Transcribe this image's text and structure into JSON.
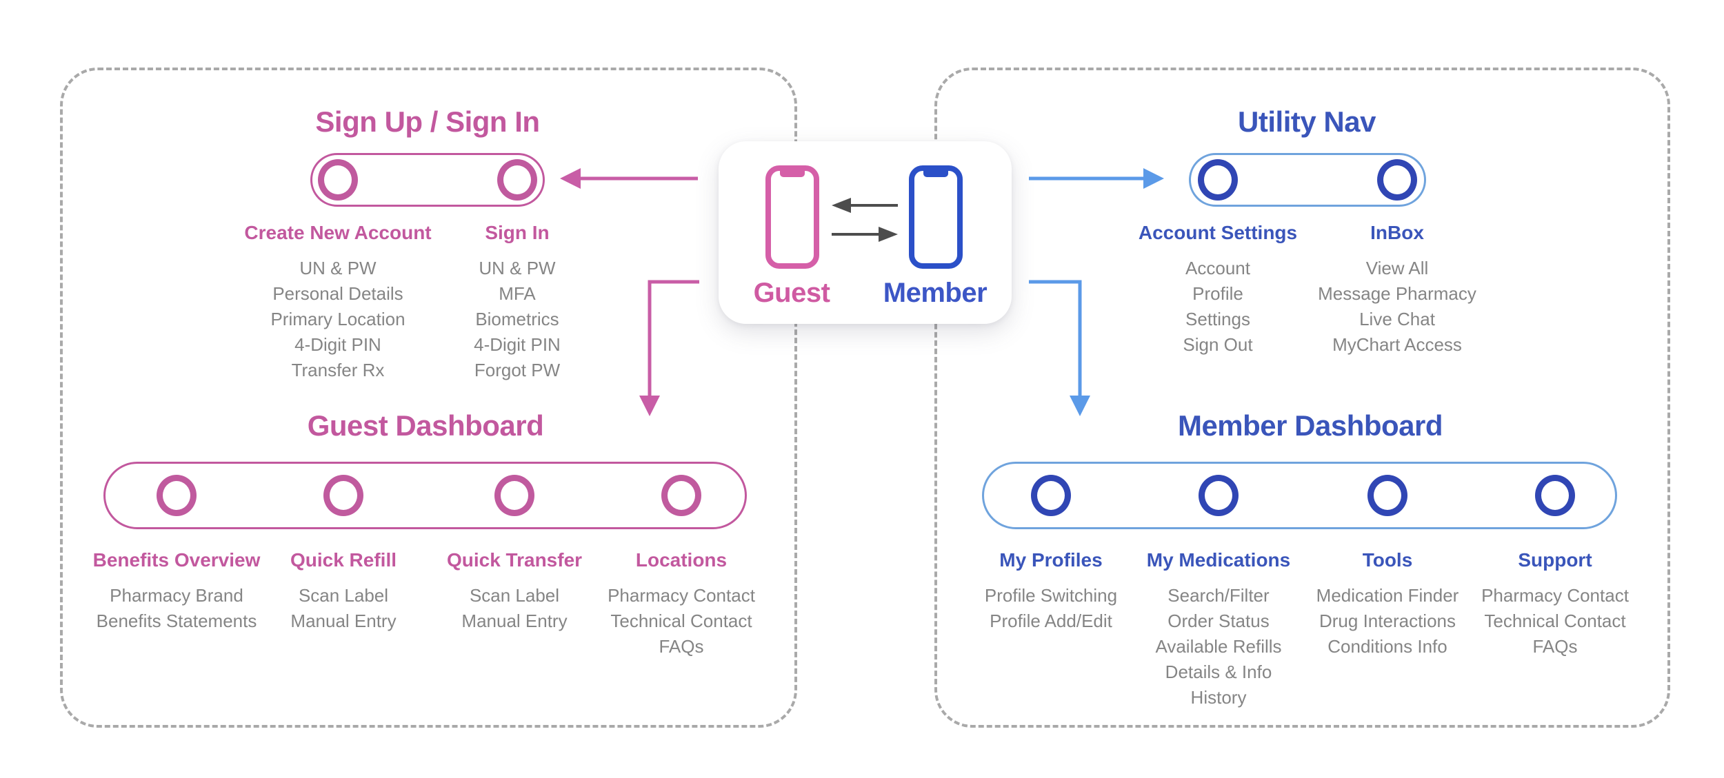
{
  "colors": {
    "pink": "#c2589e",
    "pink_bright": "#d55fa8",
    "blue_dark": "#3a55ba",
    "blue_circle": "#3046b4",
    "blue_light_outline": "#6fa3dd",
    "blue_arrow": "#5b9ae8",
    "gray_text": "#858585",
    "gray_dash": "#a9a9a9",
    "gray_arrow": "#4d4d4d"
  },
  "center": {
    "guest_label": "Guest",
    "member_label": "Member"
  },
  "left_panel": {
    "signup": {
      "title": "Sign Up / Sign In",
      "columns": [
        {
          "label": "Create New Account",
          "items": [
            "UN & PW",
            "Personal Details",
            "Primary Location",
            "4-Digit PIN",
            "Transfer Rx"
          ]
        },
        {
          "label": "Sign In",
          "items": [
            "UN & PW",
            "MFA",
            "Biometrics",
            "4-Digit PIN",
            "Forgot PW"
          ]
        }
      ]
    },
    "dashboard": {
      "title": "Guest Dashboard",
      "columns": [
        {
          "label": "Benefits Overview",
          "items": [
            "Pharmacy Brand",
            "Benefits Statements"
          ]
        },
        {
          "label": "Quick Refill",
          "items": [
            "Scan Label",
            "Manual Entry"
          ]
        },
        {
          "label": "Quick Transfer",
          "items": [
            "Scan Label",
            "Manual Entry"
          ]
        },
        {
          "label": "Locations",
          "items": [
            "Pharmacy Contact",
            "Technical Contact",
            "FAQs"
          ]
        }
      ]
    }
  },
  "right_panel": {
    "utility": {
      "title": "Utility Nav",
      "columns": [
        {
          "label": "Account Settings",
          "items": [
            "Account",
            "Profile",
            "Settings",
            "Sign Out"
          ]
        },
        {
          "label": "InBox",
          "items": [
            "View All",
            "Message Pharmacy",
            "Live Chat",
            "MyChart Access"
          ]
        }
      ]
    },
    "dashboard": {
      "title": "Member Dashboard",
      "columns": [
        {
          "label": "My Profiles",
          "items": [
            "Profile Switching",
            "Profile Add/Edit"
          ]
        },
        {
          "label": "My Medications",
          "items": [
            "Search/Filter",
            "Order Status",
            "Available Refills",
            "Details & Info",
            "History"
          ]
        },
        {
          "label": "Tools",
          "items": [
            "Medication Finder",
            "Drug Interactions",
            "Conditions Info"
          ]
        },
        {
          "label": "Support",
          "items": [
            "Pharmacy Contact",
            "Technical Contact",
            "FAQs"
          ]
        }
      ]
    }
  }
}
